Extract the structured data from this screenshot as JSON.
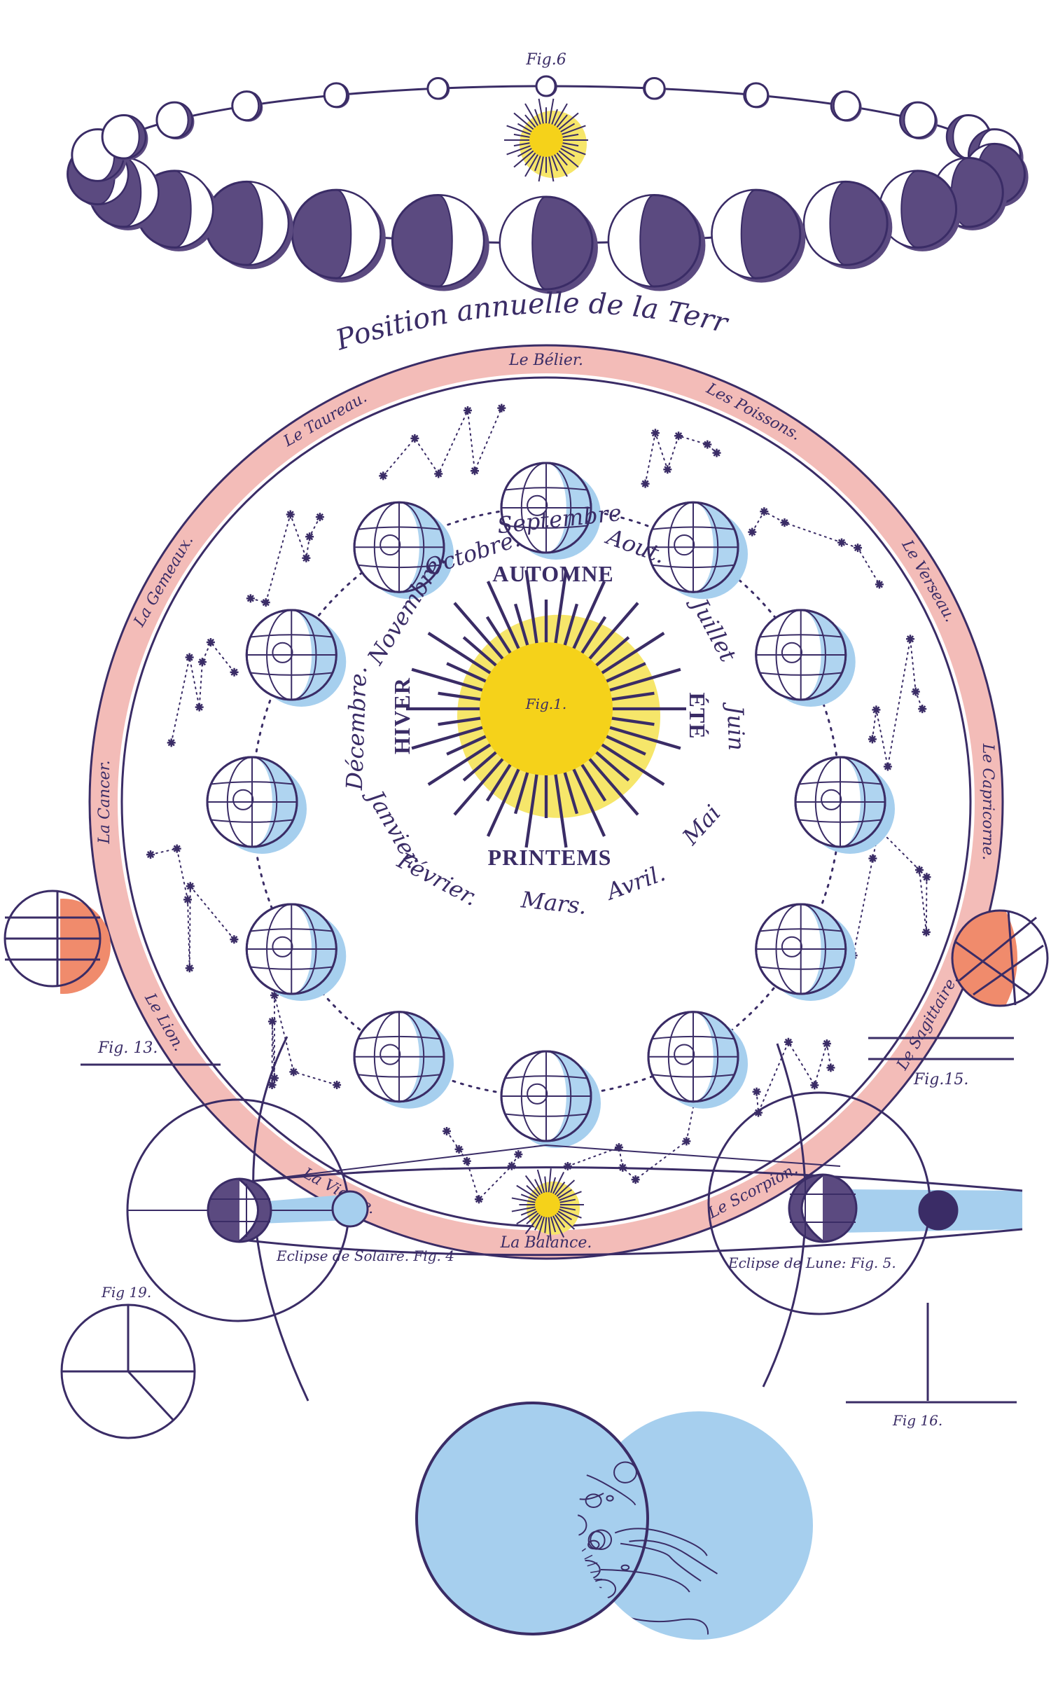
{
  "colors": {
    "ink": "#3a2c66",
    "moon_fill": "#5b4a80",
    "earth_blue": "#a6cfee",
    "sun_yellow": "#f6e66a",
    "sun_core": "#f5d21a",
    "ring_pink": "#f3bcb8",
    "planet_orange": "#f08b6c"
  },
  "labels": {
    "fig6": "Fig.6",
    "title": "Position annuelle de la Terre",
    "fig1": "Fig.1.",
    "fig13": "Fig. 13.",
    "fig15": "Fig.15.",
    "fig19": "Fig 19.",
    "fig16": "Fig 16.",
    "eclipse_solaire": "Eclipse de Solaire. Fig. 4",
    "eclipse_lune": "Eclipse de Lune: Fig. 5."
  },
  "seasons": {
    "autumn": "AUTOMNE",
    "winter": "HIVER",
    "summer": "ÉTÉ",
    "spring": "PRINTEMS"
  },
  "months": [
    {
      "key": "septembre",
      "label": "Septembre"
    },
    {
      "key": "aout",
      "label": "Aout."
    },
    {
      "key": "octobre",
      "label": "Octobre."
    },
    {
      "key": "novembre",
      "label": "Novembre."
    },
    {
      "key": "juillet",
      "label": "Juillet"
    },
    {
      "key": "decembre",
      "label": "Décembre."
    },
    {
      "key": "juin",
      "label": "Juin"
    },
    {
      "key": "janvier",
      "label": "Janvier."
    },
    {
      "key": "mai",
      "label": "Mai"
    },
    {
      "key": "fevrier",
      "label": "Février."
    },
    {
      "key": "avril",
      "label": "Avril."
    },
    {
      "key": "mars",
      "label": "Mars."
    }
  ],
  "zodiac": [
    {
      "key": "belier",
      "label": "Le Bélier."
    },
    {
      "key": "taureau",
      "label": "Le Taureau."
    },
    {
      "key": "poissons",
      "label": "Les Poissons."
    },
    {
      "key": "gemeaux",
      "label": "La Gemeaux."
    },
    {
      "key": "verseau",
      "label": "Le Verseau."
    },
    {
      "key": "cancer",
      "label": "La Cancer."
    },
    {
      "key": "capricorne",
      "label": "Le Capricorne."
    },
    {
      "key": "lion",
      "label": "Le Lion."
    },
    {
      "key": "sagittaire",
      "label": "Le Sagittaire."
    },
    {
      "key": "vierge",
      "label": "La Vierge."
    },
    {
      "key": "scorpion",
      "label": "Le Scorpion."
    },
    {
      "key": "balance",
      "label": "La Balance."
    }
  ]
}
